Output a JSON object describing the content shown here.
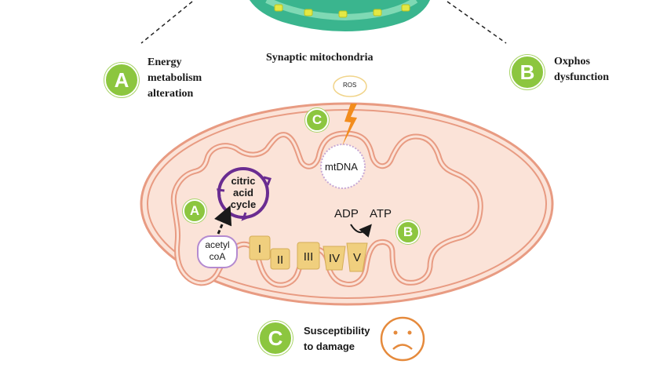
{
  "title": "Synaptic mitochondria",
  "features": {
    "a": {
      "badge": "A",
      "line1": "Energy",
      "line2": "metabolism",
      "line3": "alteration"
    },
    "b": {
      "badge": "B",
      "line1": "Oxphos",
      "line2": "dysfunction"
    },
    "c": {
      "badge": "C",
      "line1": "Susceptibility",
      "line2": "to damage"
    }
  },
  "inner_labels": {
    "ros": "ROS",
    "mtdna": "mtDNA",
    "citric_line1": "citric",
    "citric_line2": "acid",
    "citric_line3": "cycle",
    "acetyl_line1": "acetyl",
    "acetyl_line2": "coA",
    "adp": "ADP",
    "atp": "ATP"
  },
  "complexes": [
    "I",
    "II",
    "III",
    "IV",
    "V"
  ],
  "colors": {
    "badge_green": "#8cc63f",
    "membrane": "#e89b82",
    "matrix": "#fbe3d8",
    "lightning": "#f28c1d",
    "complex_fill": "#f0cf7e",
    "cycle_purple": "#6a2c91",
    "sad_face": "#e58a3c"
  },
  "icons": [
    "lightning-icon",
    "sad-face-icon",
    "circular-arrow-icon"
  ]
}
